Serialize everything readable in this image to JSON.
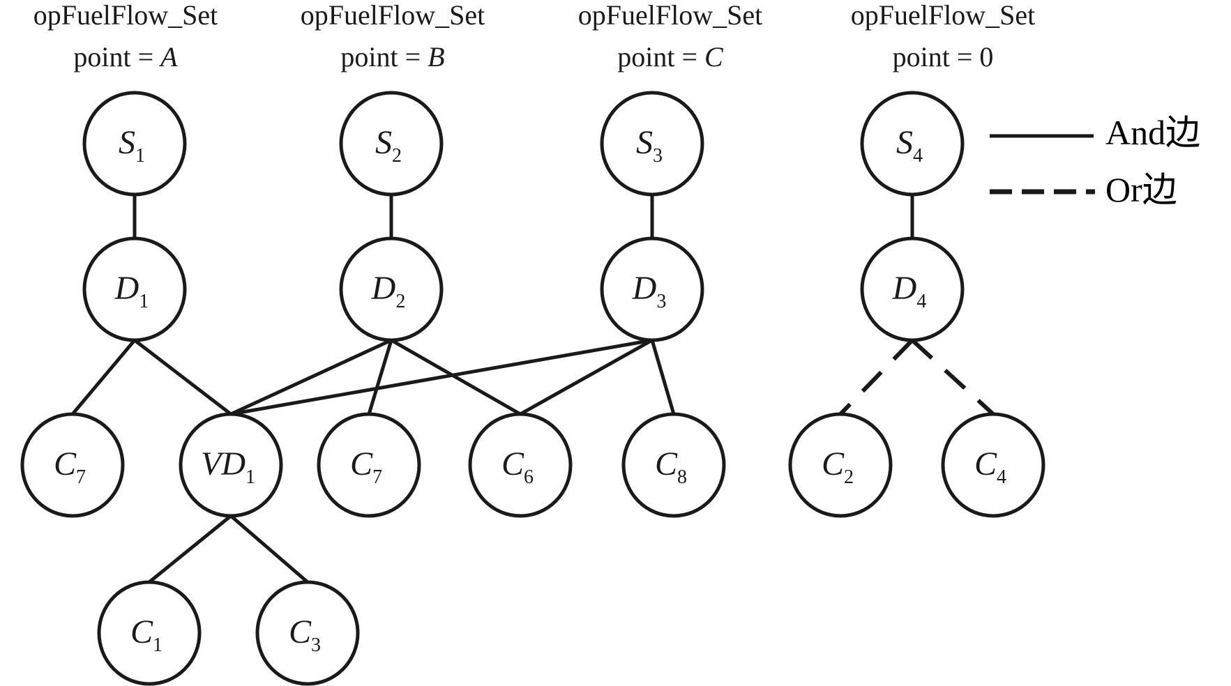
{
  "headers": [
    {
      "line1": "opFuelFlow_Set",
      "prefix": "point = ",
      "value": "A",
      "italic": true
    },
    {
      "line1": "opFuelFlow_Set",
      "prefix": "point = ",
      "value": "B",
      "italic": true
    },
    {
      "line1": "opFuelFlow_Set",
      "prefix": "point = ",
      "value": "C",
      "italic": true
    },
    {
      "line1": "opFuelFlow_Set",
      "prefix": "point = ",
      "value": "0",
      "italic": false
    }
  ],
  "nodes": [
    {
      "id": "S1",
      "base": "S",
      "sub": "1"
    },
    {
      "id": "S2",
      "base": "S",
      "sub": "2"
    },
    {
      "id": "S3",
      "base": "S",
      "sub": "3"
    },
    {
      "id": "S4",
      "base": "S",
      "sub": "4"
    },
    {
      "id": "D1",
      "base": "D",
      "sub": "1"
    },
    {
      "id": "D2",
      "base": "D",
      "sub": "2"
    },
    {
      "id": "D3",
      "base": "D",
      "sub": "3"
    },
    {
      "id": "D4",
      "base": "D",
      "sub": "4"
    },
    {
      "id": "C7a",
      "base": "C",
      "sub": "7"
    },
    {
      "id": "VD1",
      "base": "VD",
      "sub": "1"
    },
    {
      "id": "C7b",
      "base": "C",
      "sub": "7"
    },
    {
      "id": "C6",
      "base": "C",
      "sub": "6"
    },
    {
      "id": "C8",
      "base": "C",
      "sub": "8"
    },
    {
      "id": "C2",
      "base": "C",
      "sub": "2"
    },
    {
      "id": "C4",
      "base": "C",
      "sub": "4"
    },
    {
      "id": "C1",
      "base": "C",
      "sub": "1"
    },
    {
      "id": "C3",
      "base": "C",
      "sub": "3"
    }
  ],
  "edges": [
    {
      "from": "S1",
      "to": "D1",
      "type": "and"
    },
    {
      "from": "S2",
      "to": "D2",
      "type": "and"
    },
    {
      "from": "S3",
      "to": "D3",
      "type": "and"
    },
    {
      "from": "S4",
      "to": "D4",
      "type": "and"
    },
    {
      "from": "D1",
      "to": "C7a",
      "type": "and"
    },
    {
      "from": "D1",
      "to": "VD1",
      "type": "and"
    },
    {
      "from": "D2",
      "to": "VD1",
      "type": "and"
    },
    {
      "from": "D2",
      "to": "C7b",
      "type": "and"
    },
    {
      "from": "D2",
      "to": "C6",
      "type": "and"
    },
    {
      "from": "D3",
      "to": "VD1",
      "type": "and"
    },
    {
      "from": "D3",
      "to": "C6",
      "type": "and"
    },
    {
      "from": "D3",
      "to": "C8",
      "type": "and"
    },
    {
      "from": "D4",
      "to": "C2",
      "type": "or"
    },
    {
      "from": "D4",
      "to": "C4",
      "type": "or"
    },
    {
      "from": "VD1",
      "to": "C1",
      "type": "and"
    },
    {
      "from": "VD1",
      "to": "C3",
      "type": "and"
    }
  ],
  "legend": {
    "and_label": "And边",
    "or_label": "Or边"
  },
  "colors": {
    "stroke": "#1a1a1a",
    "background": "#ffffff"
  }
}
